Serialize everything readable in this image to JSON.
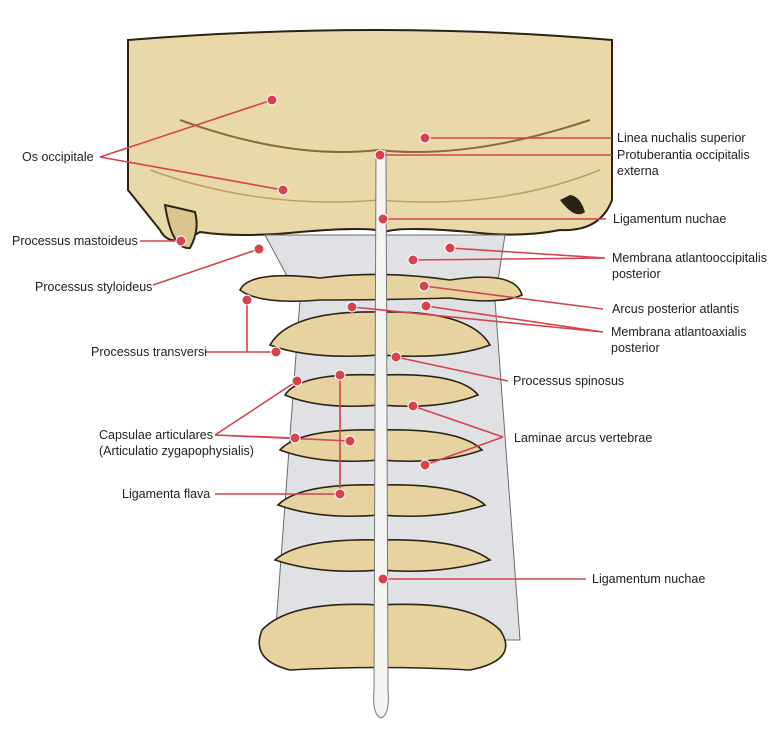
{
  "colors": {
    "leader": "#d6434f",
    "bone": "#e9d9a8",
    "bone_dark": "#c9a86a",
    "ligament": "#dfe1e4",
    "outline": "#2b2415"
  },
  "labels": {
    "os_occipitale": "Os occipitale",
    "linea_nuchalis": "Linea nuchalis superior",
    "protuberantia_1": "Protuberantia occipitalis",
    "protuberantia_2": "externa",
    "ligamentum_nuchae_upper": "Ligamentum nuchae",
    "membrana_ao_1": "Membrana atlantooccipitalis",
    "membrana_ao_2": "posterior",
    "arcus_posterior": "Arcus posterior atlantis",
    "membrana_aa_1": "Membrana atlantoaxialis",
    "membrana_aa_2": "posterior",
    "processus_mastoideus": "Processus mastoideus",
    "processus_styloideus": "Processus styloideus",
    "processus_transversi": "Processus transversi",
    "processus_spinosus": "Processus spinosus",
    "capsulae_1": "Capsulae articulares",
    "capsulae_2": "(Articulatio zygapophysialis)",
    "laminae": "Laminae arcus vertebrae",
    "ligamenta_flava": "Ligamenta flava",
    "ligamentum_nuchae_lower": "Ligamentum nuchae"
  }
}
